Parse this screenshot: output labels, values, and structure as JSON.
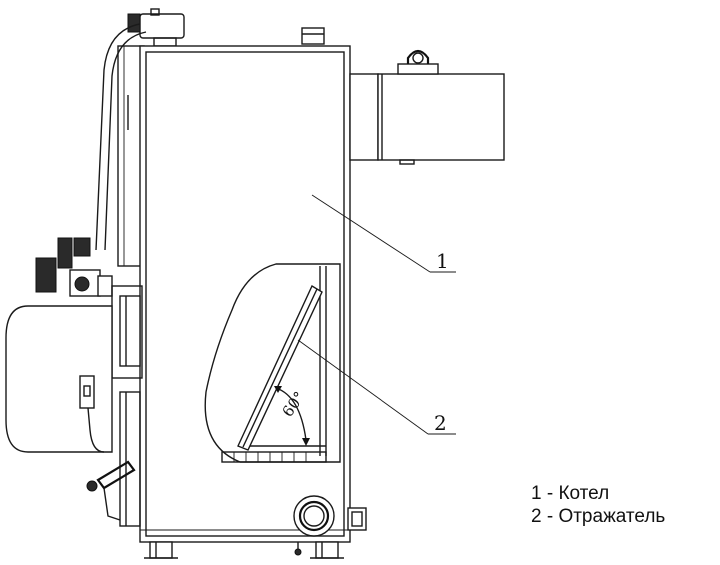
{
  "callouts": [
    {
      "number": "1"
    },
    {
      "number": "2"
    }
  ],
  "angle_label": "60°",
  "legend": [
    {
      "text": "1 - Котел"
    },
    {
      "text": "2 - Отражатель"
    }
  ]
}
